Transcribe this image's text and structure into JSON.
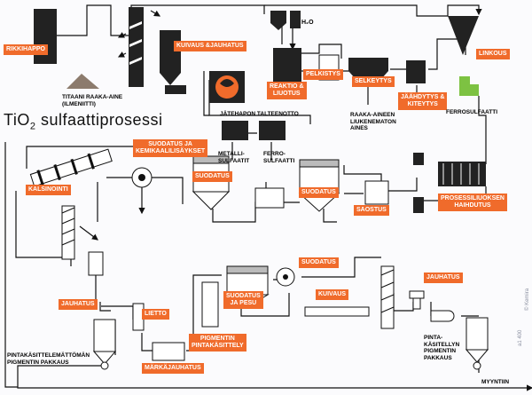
{
  "title": {
    "prefix": "TiO",
    "sub": "2",
    "suffix": " sulfaattiprosessi"
  },
  "labels": {
    "rikkihappo": "RIKKIHAPPO",
    "kuivaus_jauhatus": "KUIVAUS &JAUHATUS",
    "reaktio": [
      "REAKTIO &",
      "LIUOTUS"
    ],
    "pelkistys": "PELKISTYS",
    "selkeytys": "SELKEYTYS",
    "jaahdytys": [
      "JÄÄHDYTYS &",
      "KITEYTYS"
    ],
    "linkous": "LINKOUS",
    "suodatus_kemikaali": [
      "SUODATUS JA",
      "KEMIKAALILISÄYKSET"
    ],
    "kalsinointi": "KALSINOINTI",
    "suodatus_a": "SUODATUS",
    "suodatus_b": "SUODATUS",
    "saostus": "SAOSTUS",
    "prosessi": [
      "PROSESSILIUOKSEN",
      "HAIHDUTUS"
    ],
    "jauhatus_left": "JAUHATUS",
    "lietto": "LIETTO",
    "markajauhatus": "MÄRKÄJAUHATUS",
    "pigmentin_pinta": [
      "PIGMENTIN",
      "PINTAKÄSITTELY"
    ],
    "suodatus_pesu": [
      "SUODATUS",
      "JA PESU"
    ],
    "suodatus_c": "SUODATUS",
    "kuivaus": "KUIVAUS",
    "jauhatus_right": "JAUHATUS"
  },
  "texts": {
    "h2o": "H₂O",
    "titaani": [
      "TITAANI RAAKA-AINE",
      "(ILMENIITTI)"
    ],
    "raaka_aineen": [
      "RAAKA-AINEEN",
      "LIUKENEMATON",
      "AINES"
    ],
    "ferrosulfaatti": "FERROSULFAATTI",
    "jatehapon": "JÄTEHAPON TALTEENOTTO",
    "metalli": [
      "METALLI-",
      "SULFAATIT"
    ],
    "ferro": [
      "FERRO-",
      "SULFAATTI"
    ],
    "pintakasittelemattoman": [
      "PINTAKÄSITTELEMÄTTÖMÄN",
      "PIGMENTIN PAKKAUS"
    ],
    "pintakasitellyn": [
      "PINTA-",
      "KÄSITELLYN",
      "PIGMENTIN",
      "PAKKAUS"
    ],
    "myyntiin": "MYYNTIIN",
    "side_code": "a1 400",
    "side_credit": "© Kemira"
  },
  "colors": {
    "orange": "#f06b2b",
    "ink": "#1a1a1a",
    "grey": "#b9b9bc",
    "green": "#7dc242"
  }
}
